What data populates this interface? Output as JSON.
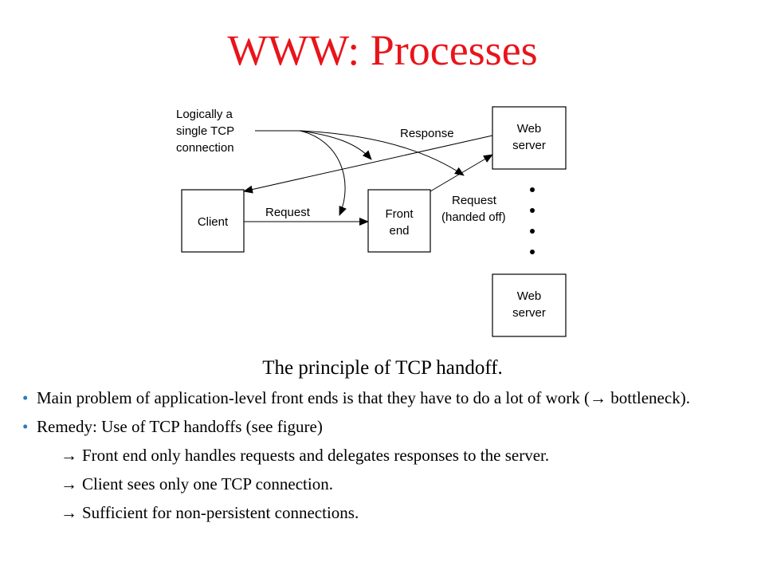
{
  "slide": {
    "title": "WWW: Processes",
    "caption": "The principle of TCP handoff.",
    "bullets": [
      {
        "marker": "•",
        "text": "Main problem of application-level front ends is that they have to do a lot of work (",
        "text_arrow": "→",
        "text_after": " bottleneck)."
      },
      {
        "marker": "•",
        "text": "Remedy: Use of TCP handoffs (see figure)"
      }
    ],
    "sub_items": [
      {
        "arrow": "→",
        "text": "Front end only handles requests and delegates responses to the server."
      },
      {
        "arrow": "→",
        "text": "Client sees only one TCP connection."
      },
      {
        "arrow": "→",
        "text": "Sufficient for non-persistent connections."
      }
    ]
  },
  "diagram": {
    "boxes": {
      "client": "Client",
      "front_end": [
        "Front",
        "end"
      ],
      "web_server_top": [
        "Web",
        "server"
      ],
      "web_server_bottom": [
        "Web",
        "server"
      ]
    },
    "labels": {
      "logical": [
        "Logically a",
        "single TCP",
        "connection"
      ],
      "response": "Response",
      "request": "Request",
      "request_handed_off": [
        "Request",
        "(handed off)"
      ]
    }
  },
  "colors": {
    "title": "#e8141a",
    "bullet": "#2e7abf"
  }
}
